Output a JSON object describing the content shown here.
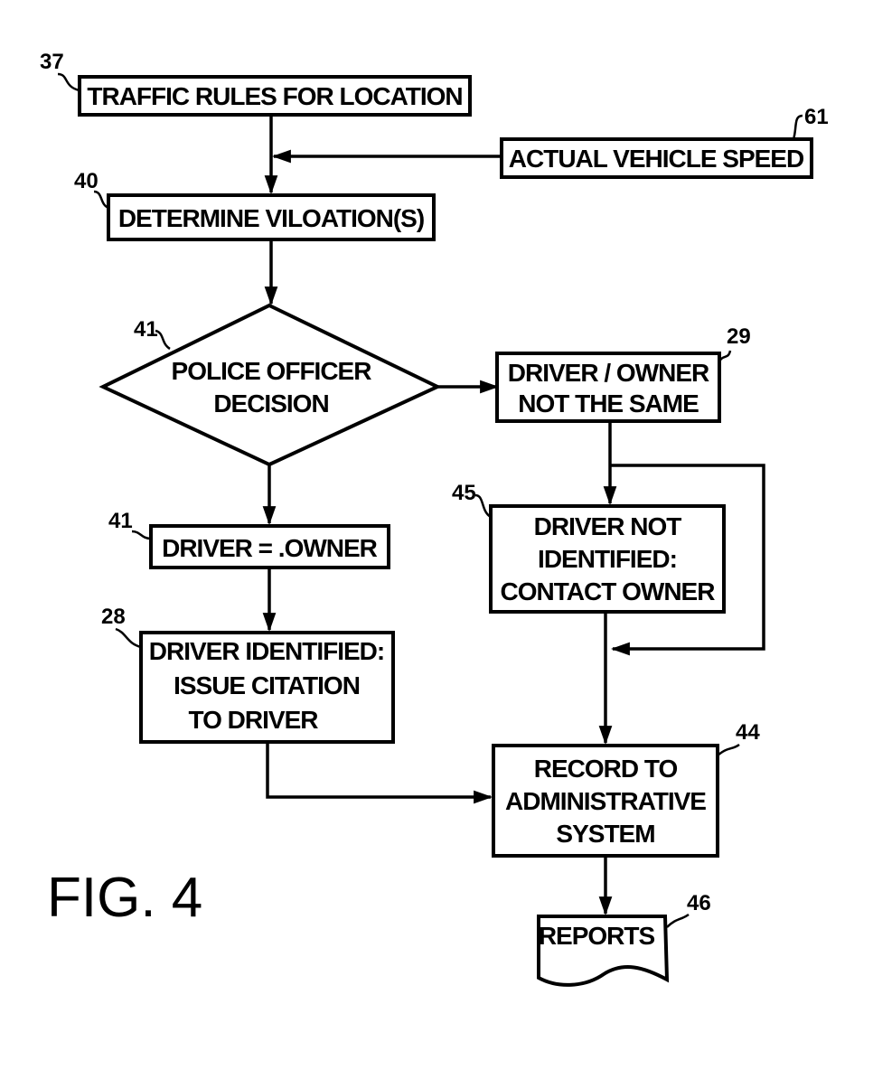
{
  "figure_label": "FIG. 4",
  "nodes": {
    "traffic_rules": {
      "ref": "37",
      "lines": [
        "TRAFFIC RULES FOR LOCATION"
      ]
    },
    "vehicle_speed": {
      "ref": "61",
      "lines": [
        "ACTUAL VEHICLE SPEED"
      ]
    },
    "determine_violations": {
      "ref": "40",
      "lines": [
        "DETERMINE VILOATION(S)"
      ]
    },
    "officer_decision": {
      "ref": "41",
      "lines": [
        "POLICE OFFICER",
        "DECISION"
      ]
    },
    "driver_owner_differ": {
      "ref": "29",
      "lines": [
        "DRIVER / OWNER",
        "NOT THE SAME"
      ]
    },
    "driver_equals_owner": {
      "ref": "41",
      "lines": [
        "DRIVER = .OWNER"
      ]
    },
    "driver_not_identified": {
      "ref": "45",
      "lines": [
        "DRIVER NOT",
        "IDENTIFIED:",
        "CONTACT OWNER"
      ]
    },
    "driver_identified": {
      "ref": "28",
      "lines": [
        "DRIVER IDENTIFIED:",
        "ISSUE CITATION",
        "TO DRIVER"
      ]
    },
    "record_admin": {
      "ref": "44",
      "lines": [
        "RECORD TO",
        "ADMINISTRATIVE",
        "SYSTEM"
      ]
    },
    "reports": {
      "ref": "46",
      "lines": [
        "REPORTS"
      ]
    }
  }
}
